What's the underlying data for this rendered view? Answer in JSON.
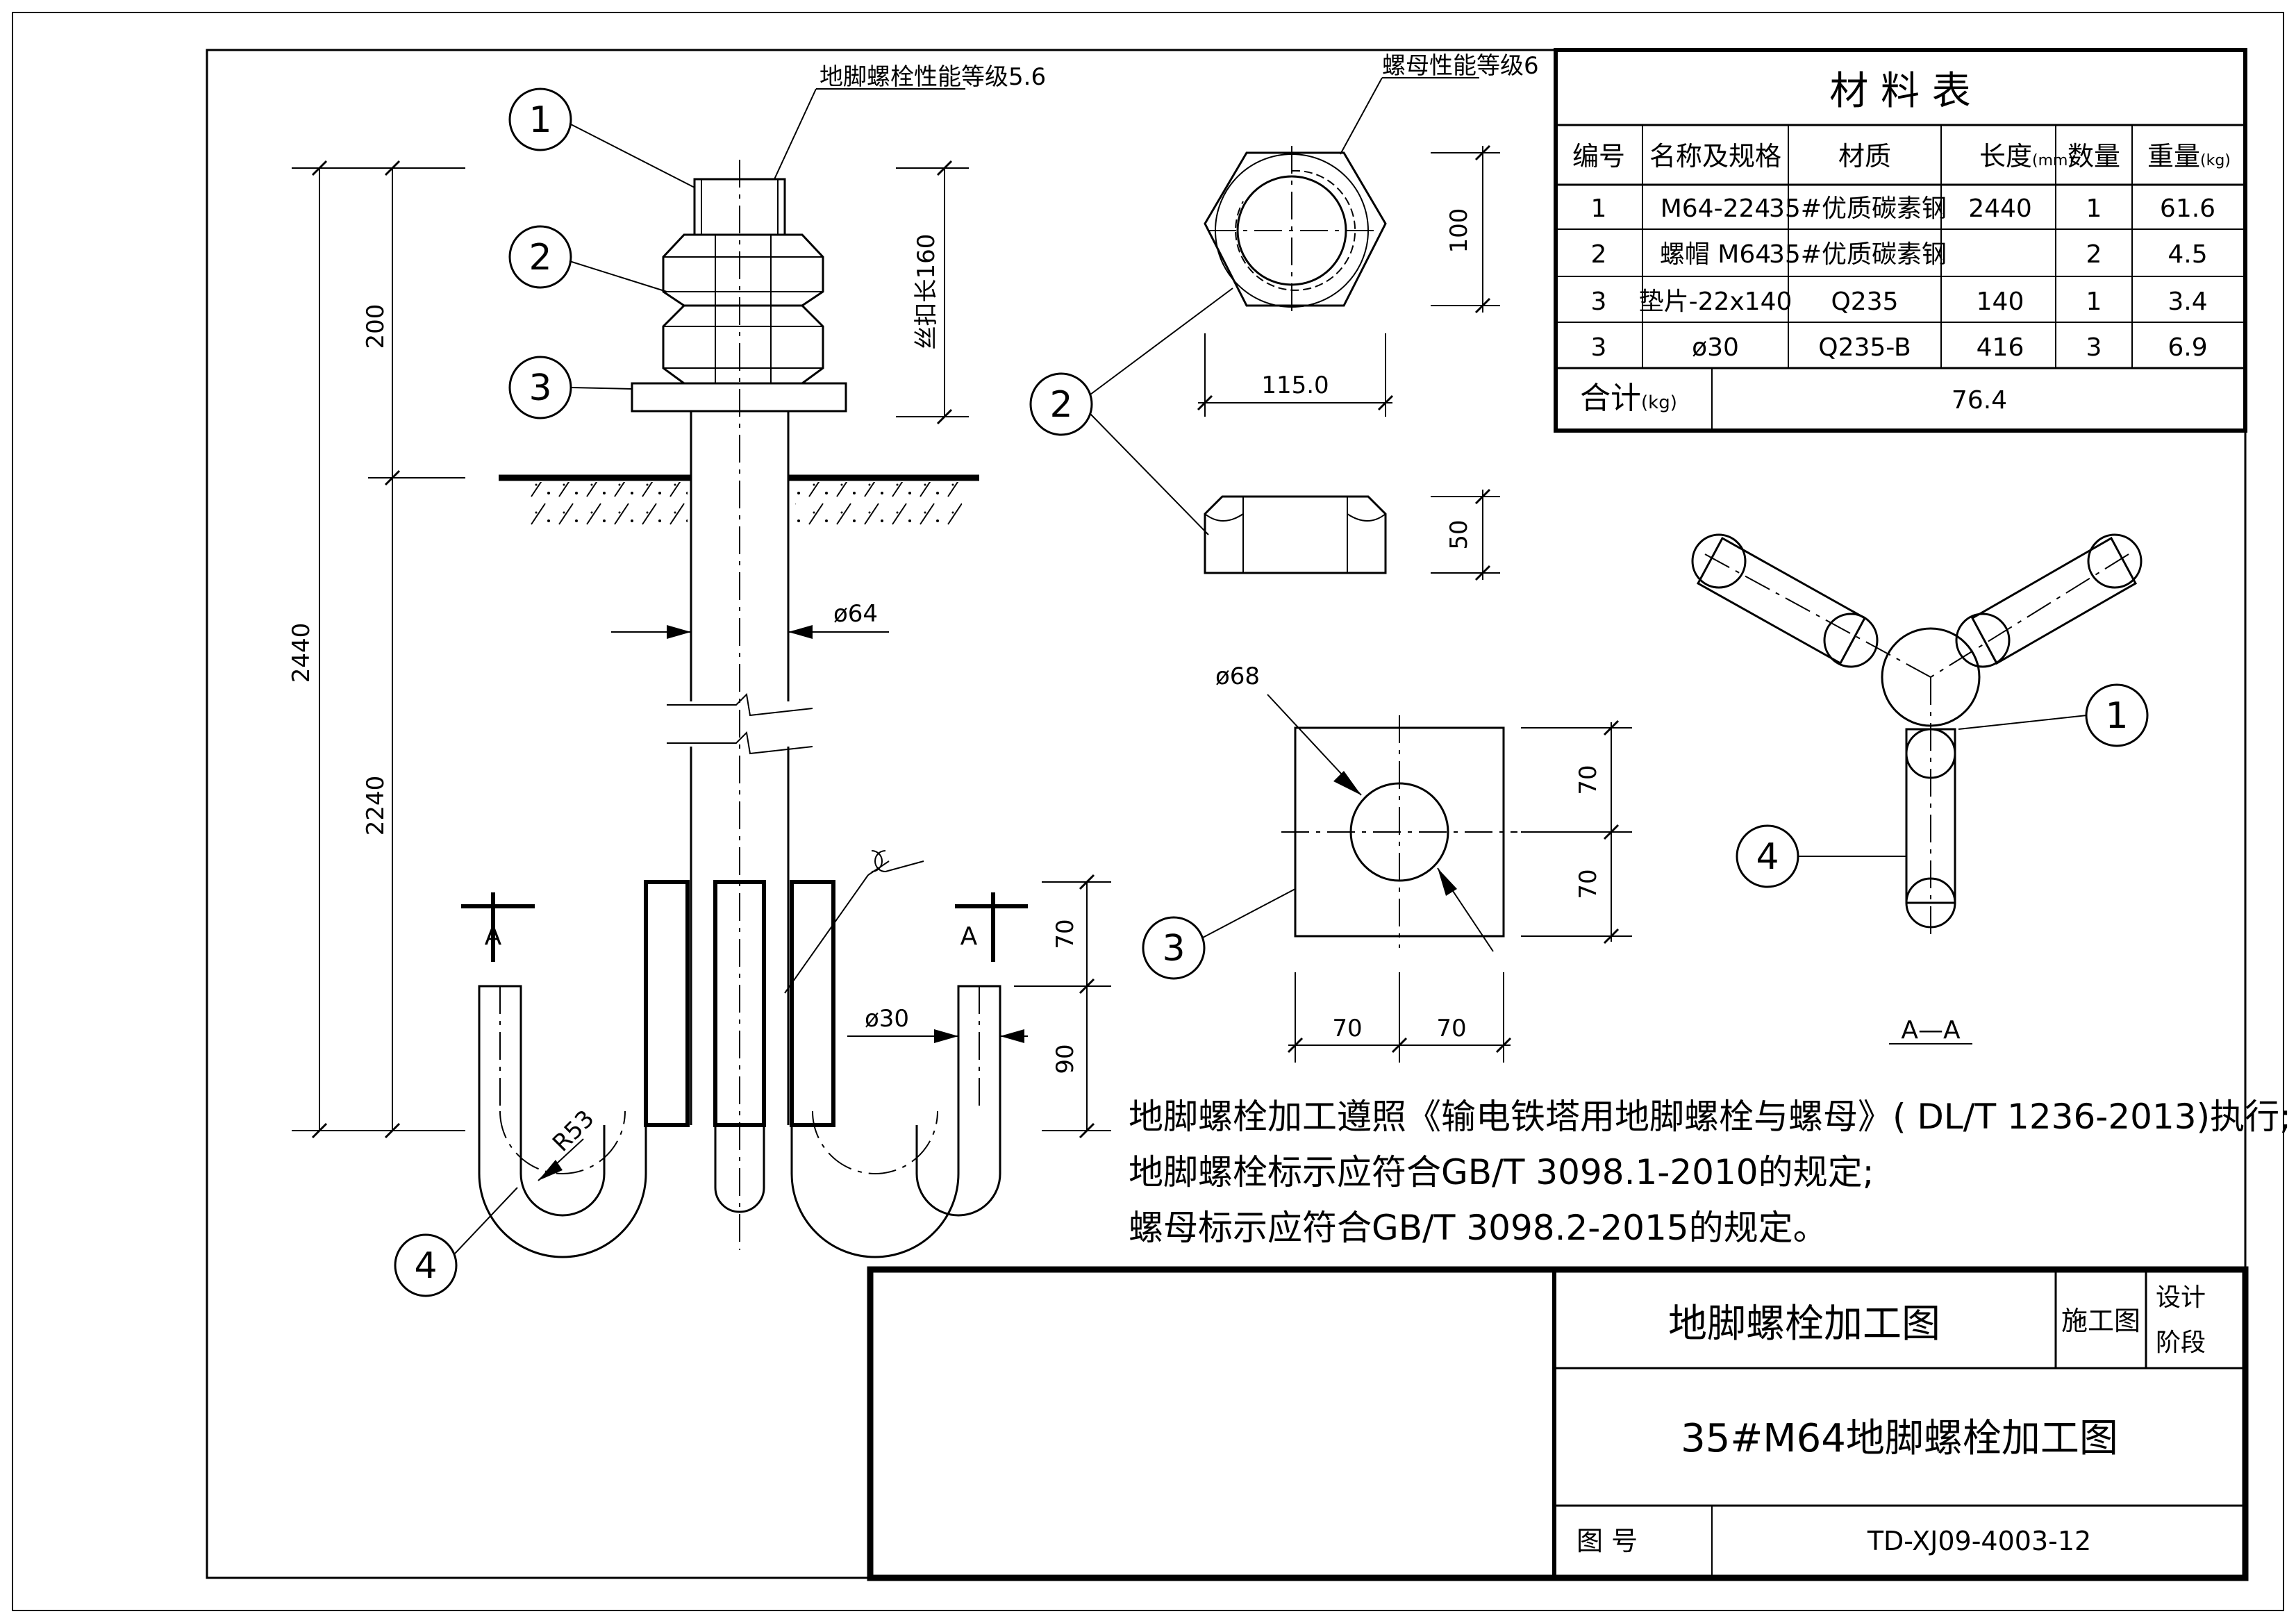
{
  "callouts": {
    "anchor_grade": "地脚螺栓性能等级5.6",
    "nut_grade": "螺母性能等级6",
    "thread_length": "丝扣长160"
  },
  "parts": {
    "p1": "1",
    "p2": "2",
    "p3": "3",
    "p4": "4"
  },
  "dims": {
    "d200": "200",
    "d2240": "2440",
    "d2240b": "2240",
    "d64": "ø64",
    "d30": "ø30",
    "d70a": "70",
    "d90": "90",
    "r53": "R53",
    "d100": "100",
    "d115": "115.0",
    "d50": "50",
    "d68": "ø68",
    "d70b": "70",
    "d70c": "70",
    "d70d": "70",
    "d70e": "70"
  },
  "section": {
    "mark_a1": "A",
    "mark_a2": "A",
    "title": "A—A"
  },
  "notes": [
    "地脚螺栓加工遵照《输电铁塔用地脚螺栓与螺母》( DL/T 1236-2013)执行;",
    "地脚螺栓标示应符合GB/T 3098.1-2010的规定;",
    "螺母标示应符合GB/T 3098.2-2015的规定。"
  ],
  "materials": {
    "title": "材  料  表",
    "headers": [
      "编号",
      "名称及规格",
      "材质",
      "长度",
      "(mm)",
      "数量",
      "重量",
      "(kg)"
    ],
    "rows": [
      [
        "1",
        "M64-224",
        "35#优质碳素钢",
        "2440",
        "1",
        "61.6"
      ],
      [
        "2",
        "螺帽 M64",
        "35#优质碳素钢",
        "",
        "2",
        "4.5"
      ],
      [
        "3",
        "垫片-22x140",
        "Q235",
        "140",
        "1",
        "3.4"
      ],
      [
        "3",
        "ø30",
        "Q235-B",
        "416",
        "3",
        "6.9"
      ]
    ],
    "total_label": "合计",
    "total_unit": "(kg)",
    "total_value": "76.4"
  },
  "title_block": {
    "drawing_name": "地脚螺栓加工图",
    "stage": "施工图",
    "stage_label_1": "设计",
    "stage_label_2": "阶段",
    "full_title": "35#M64地脚螺栓加工图",
    "number_label": "图    号",
    "number_value": "TD-XJ09-4003-12"
  }
}
